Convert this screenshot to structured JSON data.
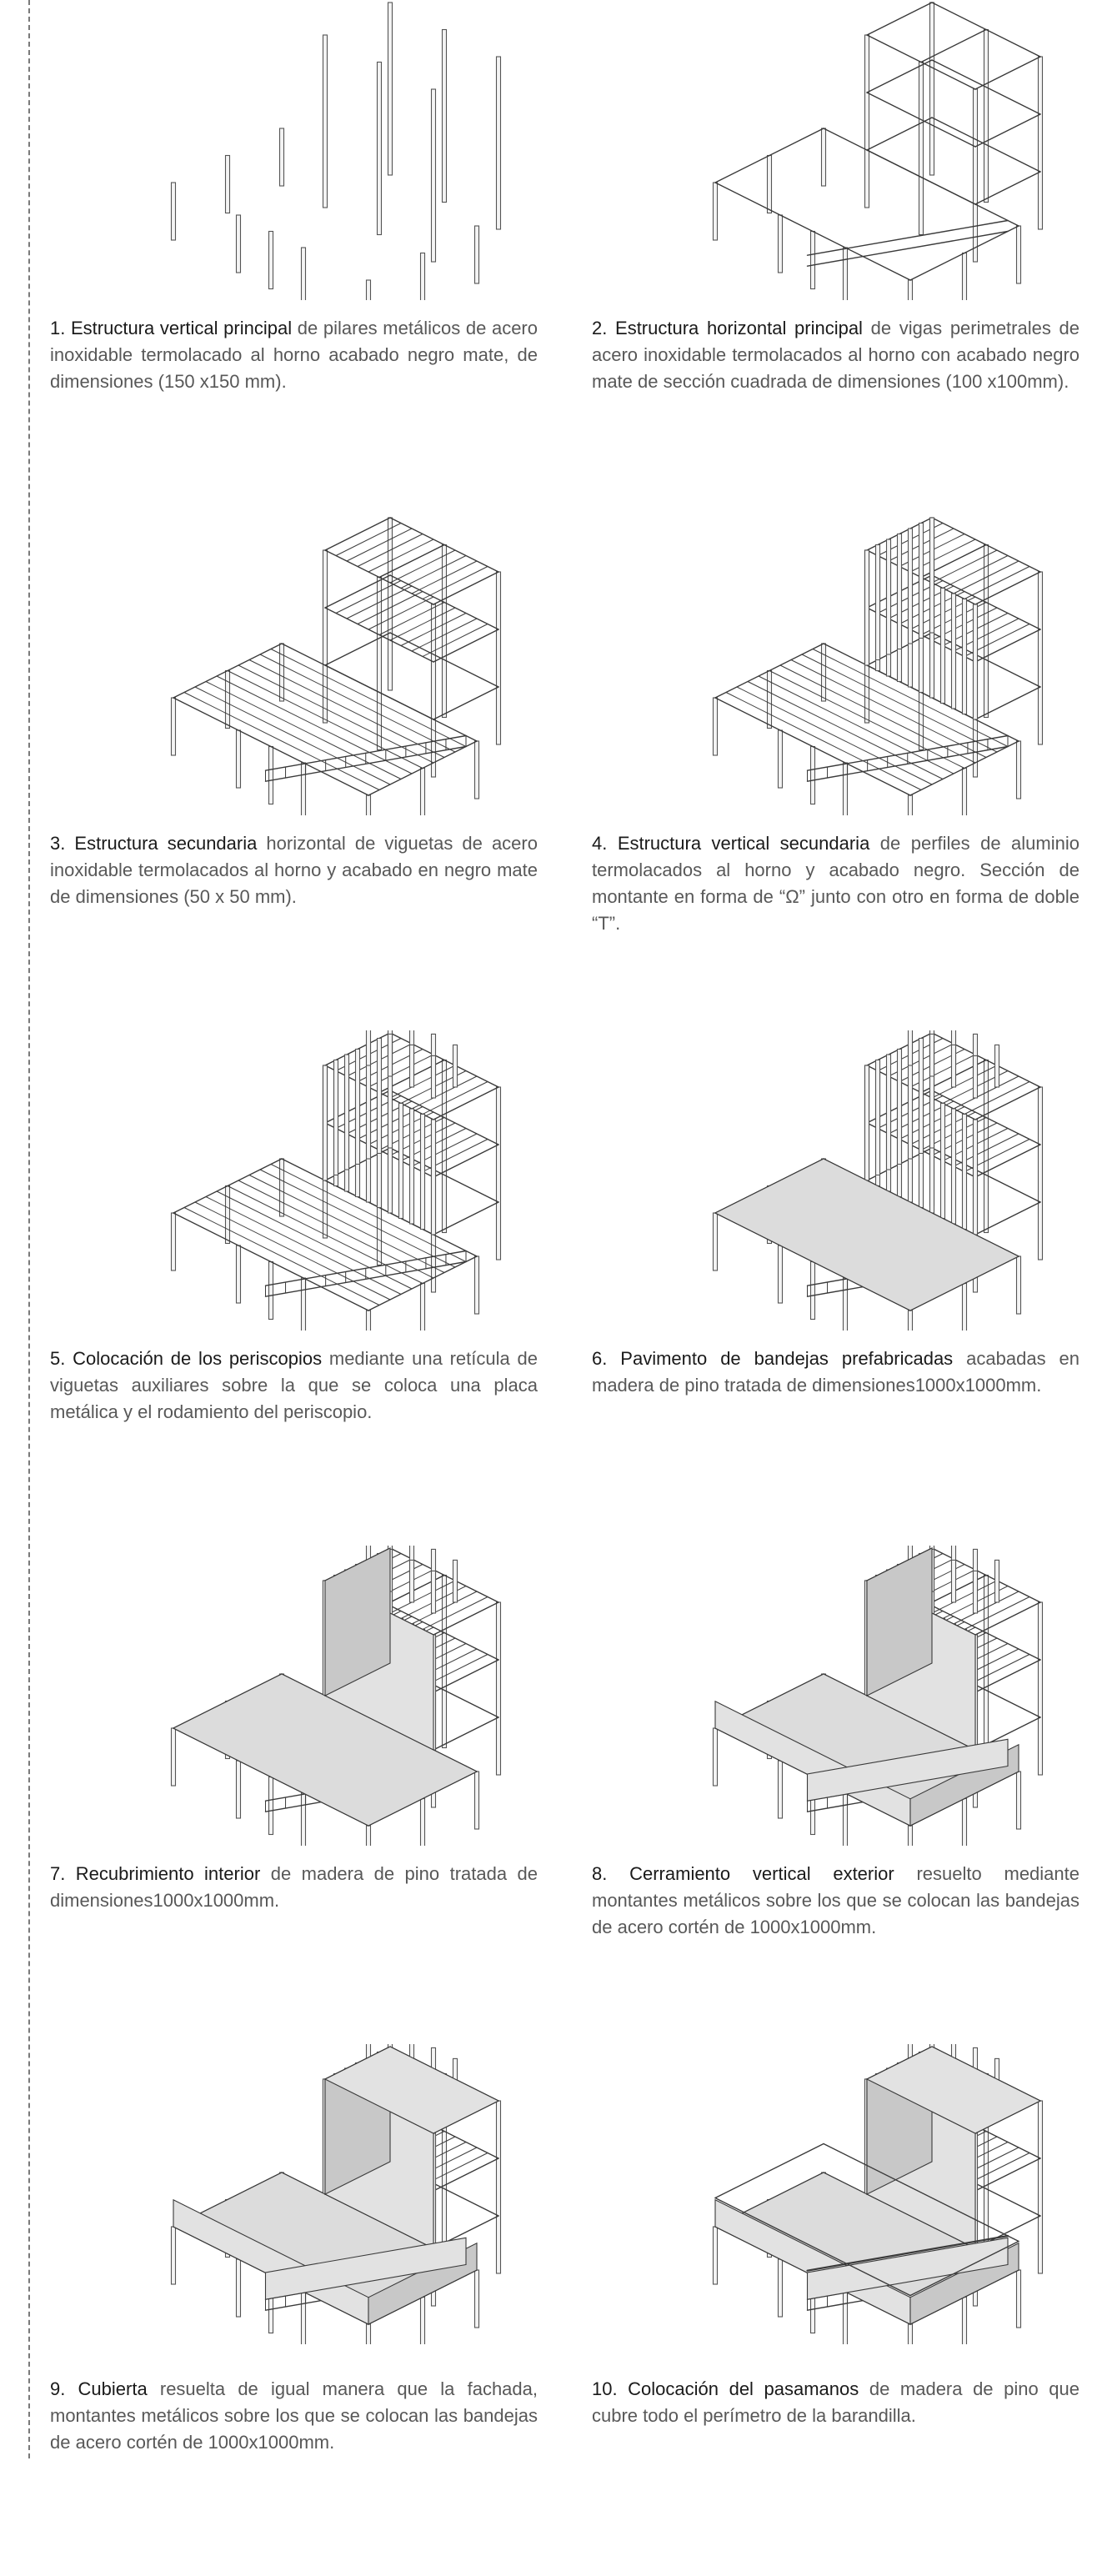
{
  "steps": [
    {
      "lead": "1. Estructura vertical principal",
      "text": "de pilares metálicos de acero inoxidable termolacado al horno acabado negro mate, de dimensiones (150 x150 mm).",
      "stage": 1
    },
    {
      "lead": "2. Estructura horizontal principal",
      "text": "de vigas perimetrales de acero inoxidable termolacados al horno con acabado negro mate de sección cuadrada de dimensiones (100 x100mm).",
      "stage": 2
    },
    {
      "lead": "3. Estructura secundaria",
      "text": "horizontal de viguetas de acero inoxidable termolacados al horno y acabado en negro mate de dimensiones (50 x 50 mm).",
      "stage": 3
    },
    {
      "lead": "4. Estructura vertical secundaria",
      "text": "de perfiles de aluminio termolacados al horno y acabado negro. Sección de montante en forma de “Ω” junto con otro en forma de doble “T”.",
      "stage": 4
    },
    {
      "lead": "5. Colocación de los periscopios",
      "text": "mediante una retícula de viguetas auxiliares sobre la que se coloca una placa metálica y el rodamiento del periscopio.",
      "stage": 5
    },
    {
      "lead": "6. Pavimento de bandejas prefabricadas",
      "text": "acabadas en madera de pino tratada de dimensiones1000x1000mm.",
      "stage": 6
    },
    {
      "lead": "7. Recubrimiento interior",
      "text": "de madera de pino tratada de dimensiones1000x1000mm.",
      "stage": 7
    },
    {
      "lead": "8. Cerramiento vertical exterior",
      "text": "resuelto mediante montantes metálicos sobre los que se colocan las bandejas de acero cortén de 1000x1000mm.",
      "stage": 8
    },
    {
      "lead": "9. Cubierta",
      "text": "resuelta de igual manera que la fachada, montantes metálicos sobre los que se colocan las bandejas de acero cortén de 1000x1000mm.",
      "stage": 9
    },
    {
      "lead": "10. Colocación del pasamanos",
      "text": "de madera de pino que cubre todo el perímetro de la barandilla.",
      "stage": 10
    }
  ],
  "colors": {
    "line": "#3a3a3a",
    "post": "#555555",
    "panel": "#e2e2e2",
    "panel_dark": "#c8c8c8",
    "floor": "#dcdcdc",
    "caption": "#585858",
    "lead": "#1a1a1a"
  }
}
